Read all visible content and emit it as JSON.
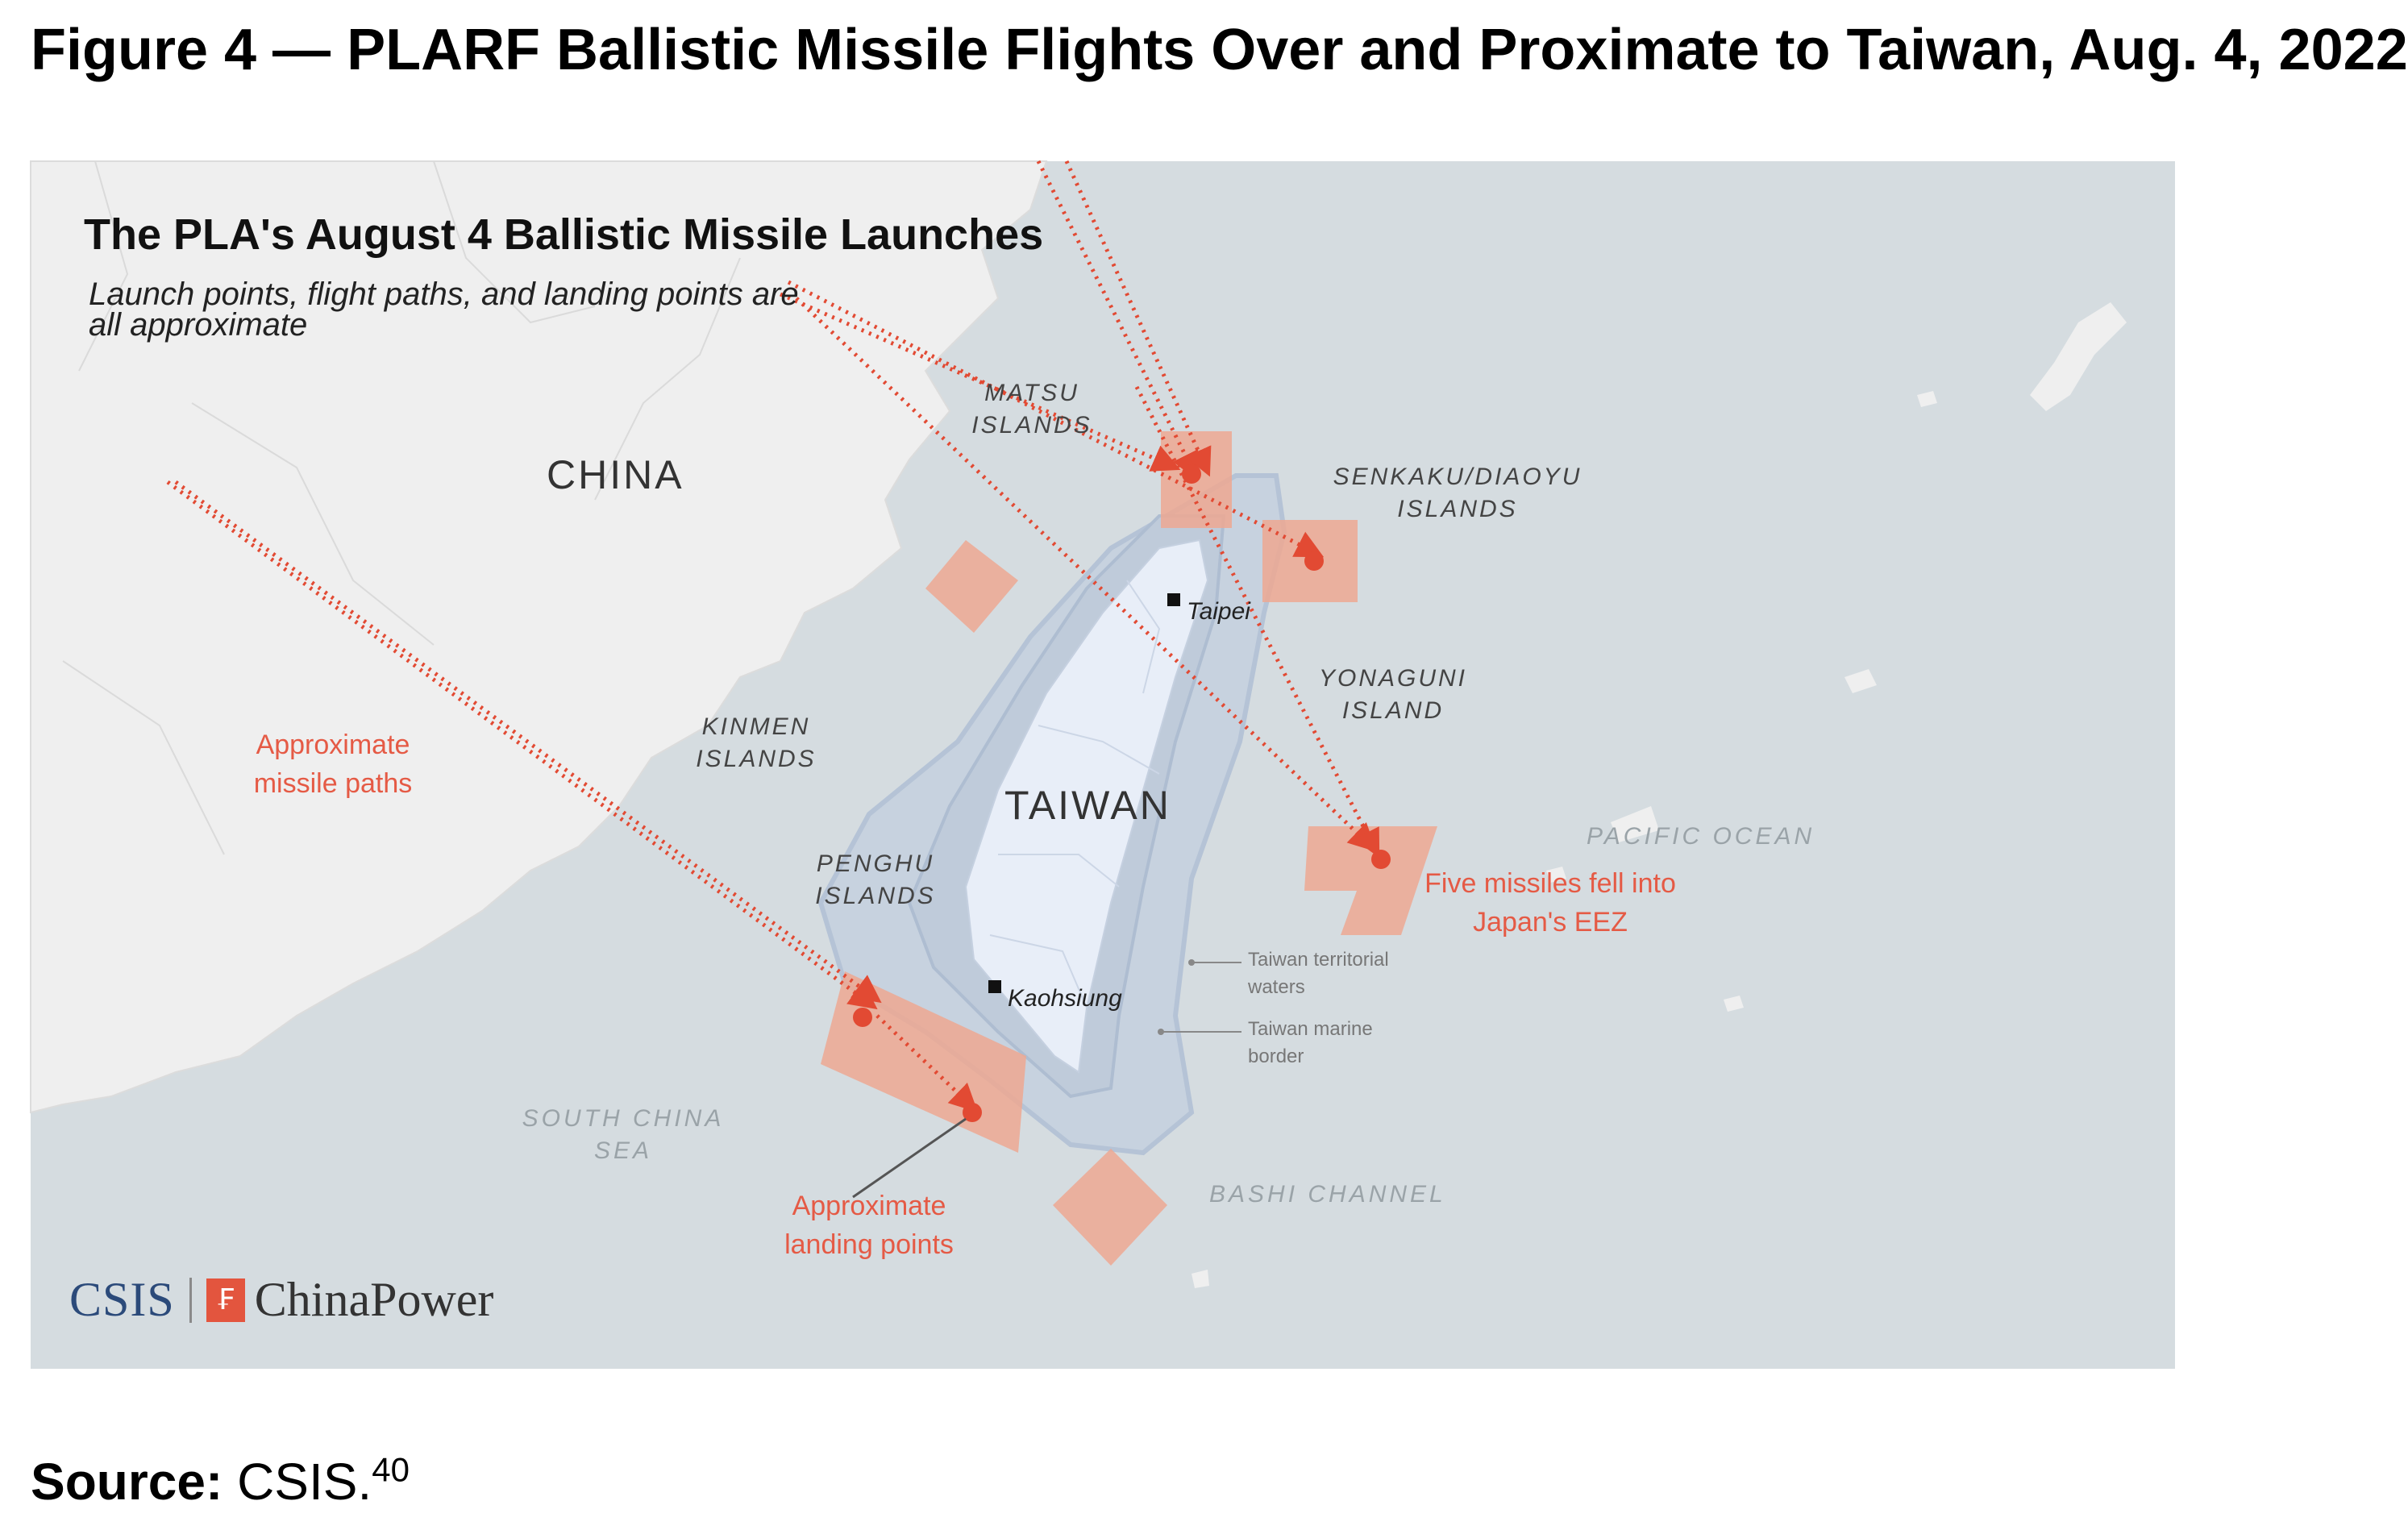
{
  "figure_title": "Figure 4 — PLARF Ballistic Missile Flights Over and Proximate to Taiwan, Aug. 4, 2022",
  "map": {
    "title": "The PLA's August 4 Ballistic Missile Launches",
    "subtitle": "Launch points, flight paths, and landing points are all approximate",
    "places": {
      "china": "CHINA",
      "taiwan": "TAIWAN",
      "matsu": "MATSU ISLANDS",
      "senkaku": "SENKAKU/DIAOYU ISLANDS",
      "yonaguni": "YONAGUNI ISLAND",
      "kinmen": "KINMEN ISLANDS",
      "penghu": "PENGHU ISLANDS"
    },
    "seas": {
      "south_china_sea": "SOUTH CHINA SEA",
      "pacific_ocean": "PACIFIC OCEAN",
      "bashi_channel": "BASHI CHANNEL"
    },
    "cities": {
      "taipei": "Taipei",
      "kaohsiung": "Kaohsiung"
    },
    "annotations": {
      "missile_paths": "Approximate missile paths",
      "landing_points": "Approximate landing points",
      "japan_eez": "Five missiles fell into Japan's EEZ",
      "territorial_waters": "Taiwan territorial waters",
      "marine_border": "Taiwan marine border"
    },
    "colors": {
      "sea": "#d5dce0",
      "land": "#efefef",
      "taiwan": "#e8eef8",
      "zone": "#eda892",
      "missile": "#e24a33",
      "border_zone": "#b5c3d6"
    }
  },
  "logo": {
    "csis": "CSIS",
    "chinapower": "ChinaPower",
    "mark": "₣"
  },
  "source": {
    "label": "Source:",
    "text": "CSIS.",
    "note": "40"
  }
}
